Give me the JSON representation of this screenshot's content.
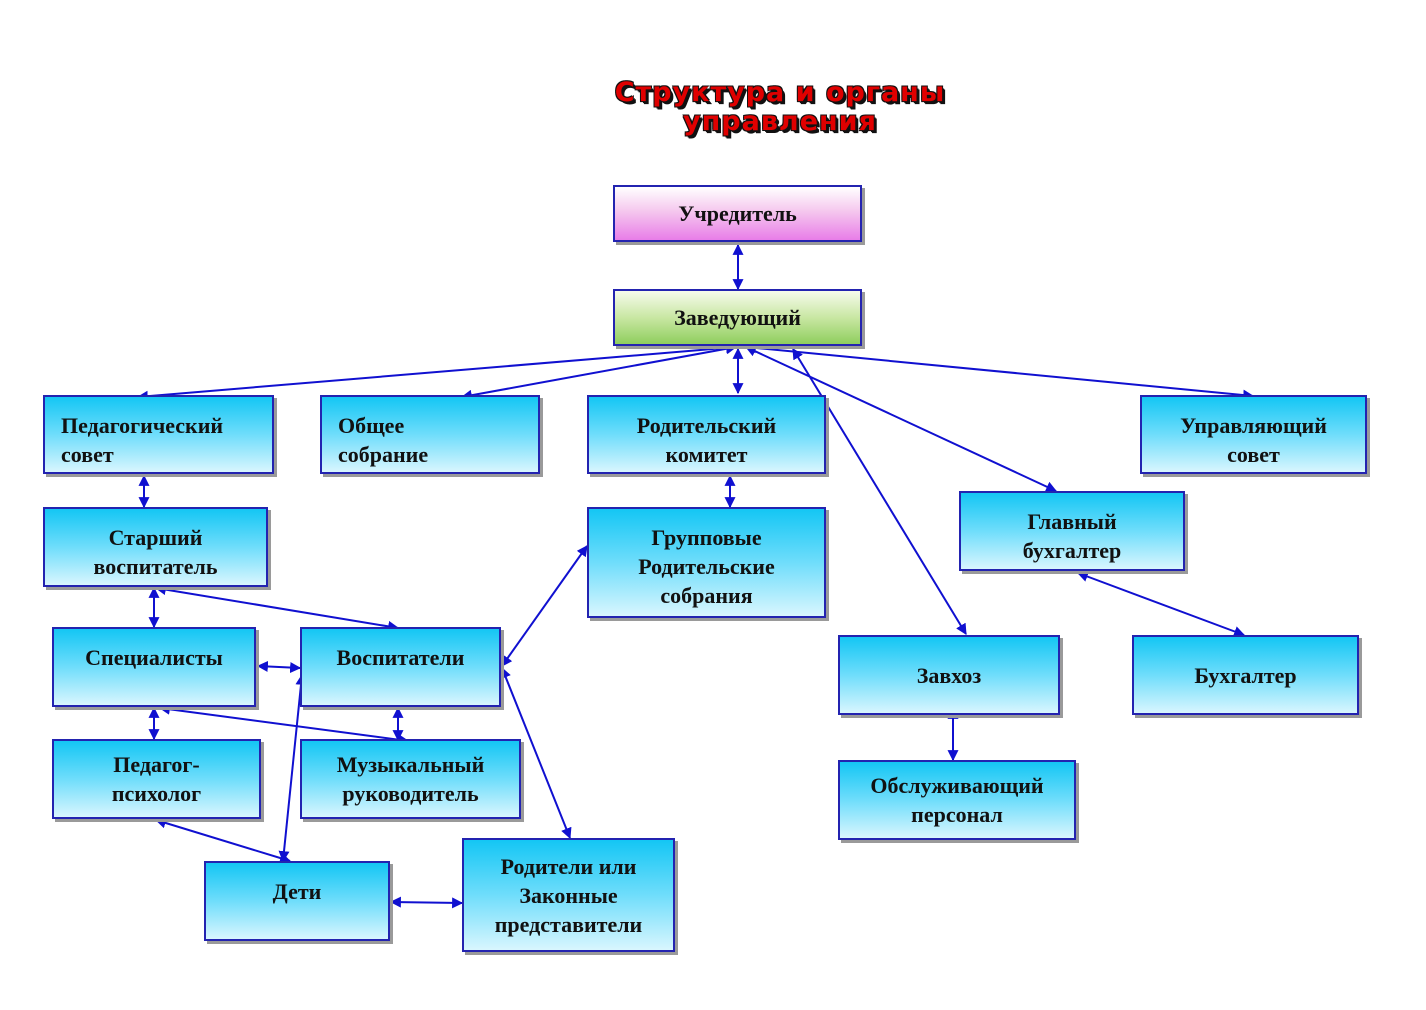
{
  "title": {
    "line1": "Структура и органы",
    "line2": "управления"
  },
  "nodes": {
    "founder": "Учредитель",
    "head": "Заведующий",
    "ped_council": "Педагогический\nсовет",
    "general_meeting": "Общее\nсобрание",
    "parent_committee": "Родительский\nкомитет",
    "governing_council": "Управляющий\nсовет",
    "senior_educator": "Старший\nвоспитатель",
    "group_meetings": "Групповые\nРодительские\nсобрания",
    "chief_accountant": "Главный\nбухгалтер",
    "specialists": "Специалисты",
    "educators": "Воспитатели",
    "supply_manager": "Завхоз",
    "accountant": "Бухгалтер",
    "psychologist": "Педагог-\nпсихолог",
    "music_director": "Музыкальный\nруководитель",
    "service_staff": "Обслуживающий\nперсонал",
    "children": "Дети",
    "parents": "Родители или\nЗаконные\nпредставители"
  },
  "colors": {
    "arrow": "#1010d0",
    "box_border": "#2323b0",
    "title": "#e00000"
  }
}
